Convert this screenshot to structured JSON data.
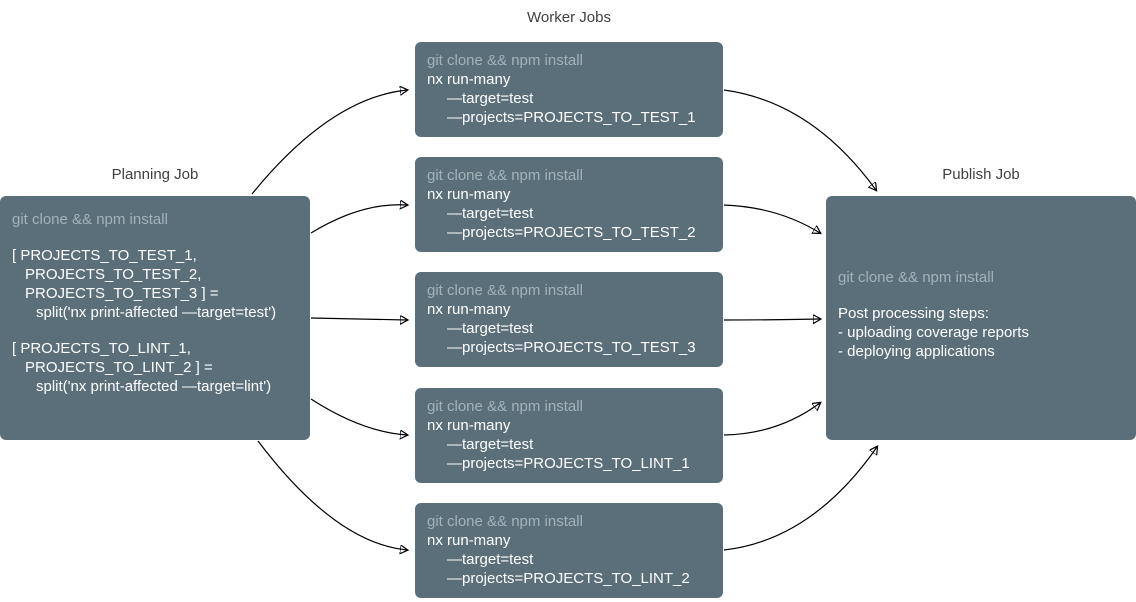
{
  "colors": {
    "page_bg": "#ffffff",
    "box_bg": "#5a6f7a",
    "box_text": "#ffffff",
    "muted_text": "#a3b3ba",
    "title_text": "#3f3f3f",
    "arrow": "#000000"
  },
  "titles": {
    "planning": "Planning Job",
    "workers": "Worker Jobs",
    "publish": "Publish Job"
  },
  "planning_job": {
    "install": "git clone && npm install",
    "test_assign": {
      "line1": "[ PROJECTS_TO_TEST_1,",
      "line2": "PROJECTS_TO_TEST_2,",
      "line3": "PROJECTS_TO_TEST_3 ] =",
      "line4": "split('nx print-affected —target=test')"
    },
    "lint_assign": {
      "line1": "[ PROJECTS_TO_LINT_1,",
      "line2": "PROJECTS_TO_LINT_2 ] =",
      "line3": "split('nx print-affected —target=lint')"
    }
  },
  "worker_jobs": [
    {
      "install": "git clone && npm install",
      "command": "nx run-many",
      "arg_target": "—target=test",
      "arg_projects": "—projects=PROJECTS_TO_TEST_1"
    },
    {
      "install": "git clone && npm install",
      "command": "nx run-many",
      "arg_target": "—target=test",
      "arg_projects": "—projects=PROJECTS_TO_TEST_2"
    },
    {
      "install": "git clone && npm install",
      "command": "nx run-many",
      "arg_target": "—target=test",
      "arg_projects": "—projects=PROJECTS_TO_TEST_3"
    },
    {
      "install": "git clone && npm install",
      "command": "nx run-many",
      "arg_target": "—target=test",
      "arg_projects": "—projects=PROJECTS_TO_LINT_1"
    },
    {
      "install": "git clone && npm install",
      "command": "nx run-many",
      "arg_target": "—target=test",
      "arg_projects": "—projects=PROJECTS_TO_LINT_2"
    }
  ],
  "publish_job": {
    "install": "git clone && npm install",
    "post_title": "Post processing steps:",
    "post_item1": "- uploading coverage reports",
    "post_item2": "- deploying applications"
  }
}
